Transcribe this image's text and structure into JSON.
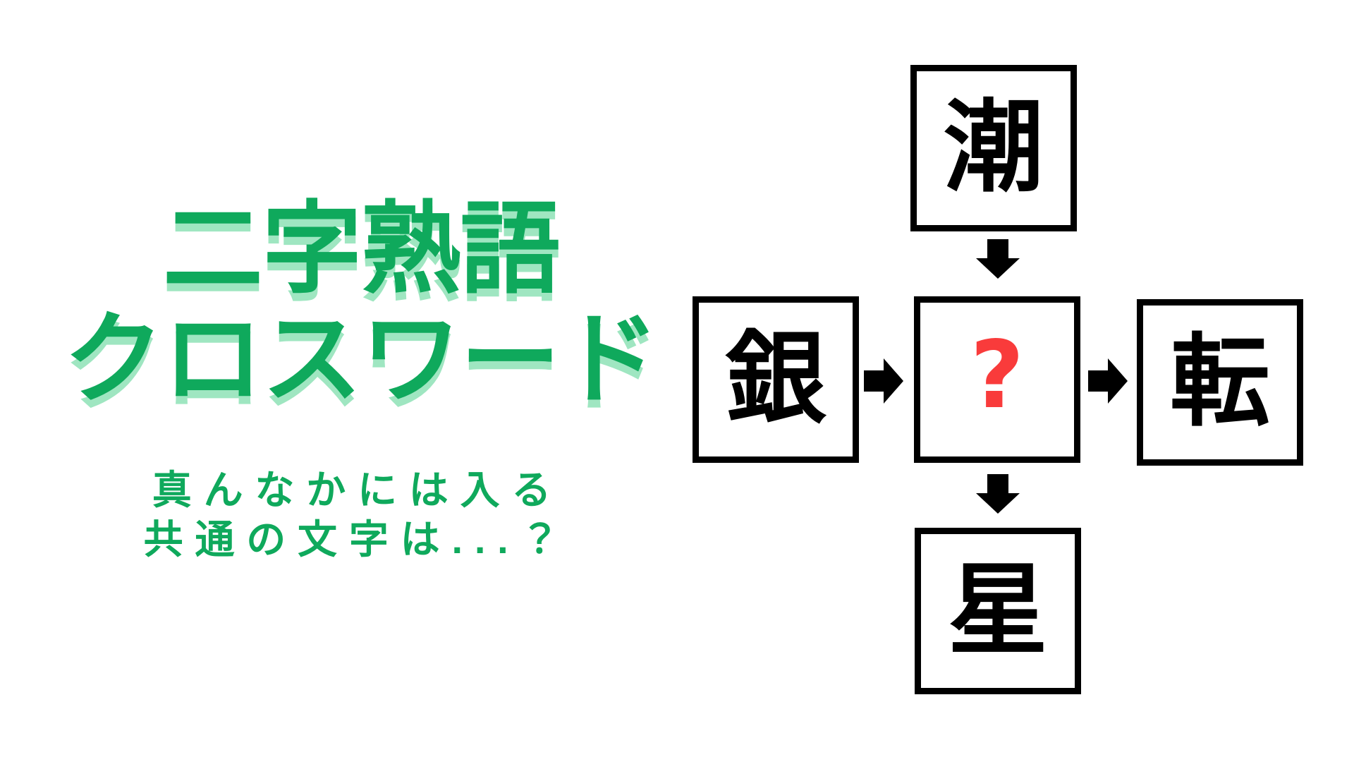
{
  "title": {
    "line1": "二字熟語",
    "line2": "クロスワード"
  },
  "subtitle": {
    "line1": "真んなかには入る",
    "line2": "共通の文字は...？"
  },
  "puzzle": {
    "cells": [
      {
        "id": "top",
        "char": "潮"
      },
      {
        "id": "left",
        "char": "銀"
      },
      {
        "id": "center",
        "char": "?"
      },
      {
        "id": "right",
        "char": "転"
      },
      {
        "id": "bottom",
        "char": "星"
      }
    ],
    "arrows": [
      "top-to-center",
      "left-to-center",
      "center-to-right",
      "center-to-bottom"
    ]
  },
  "colors": {
    "green_main": "#0fa95c",
    "green_shadow": "#9fe6c1",
    "red_accent": "#f93b3b",
    "ink": "#000000",
    "paper": "#ffffff"
  }
}
